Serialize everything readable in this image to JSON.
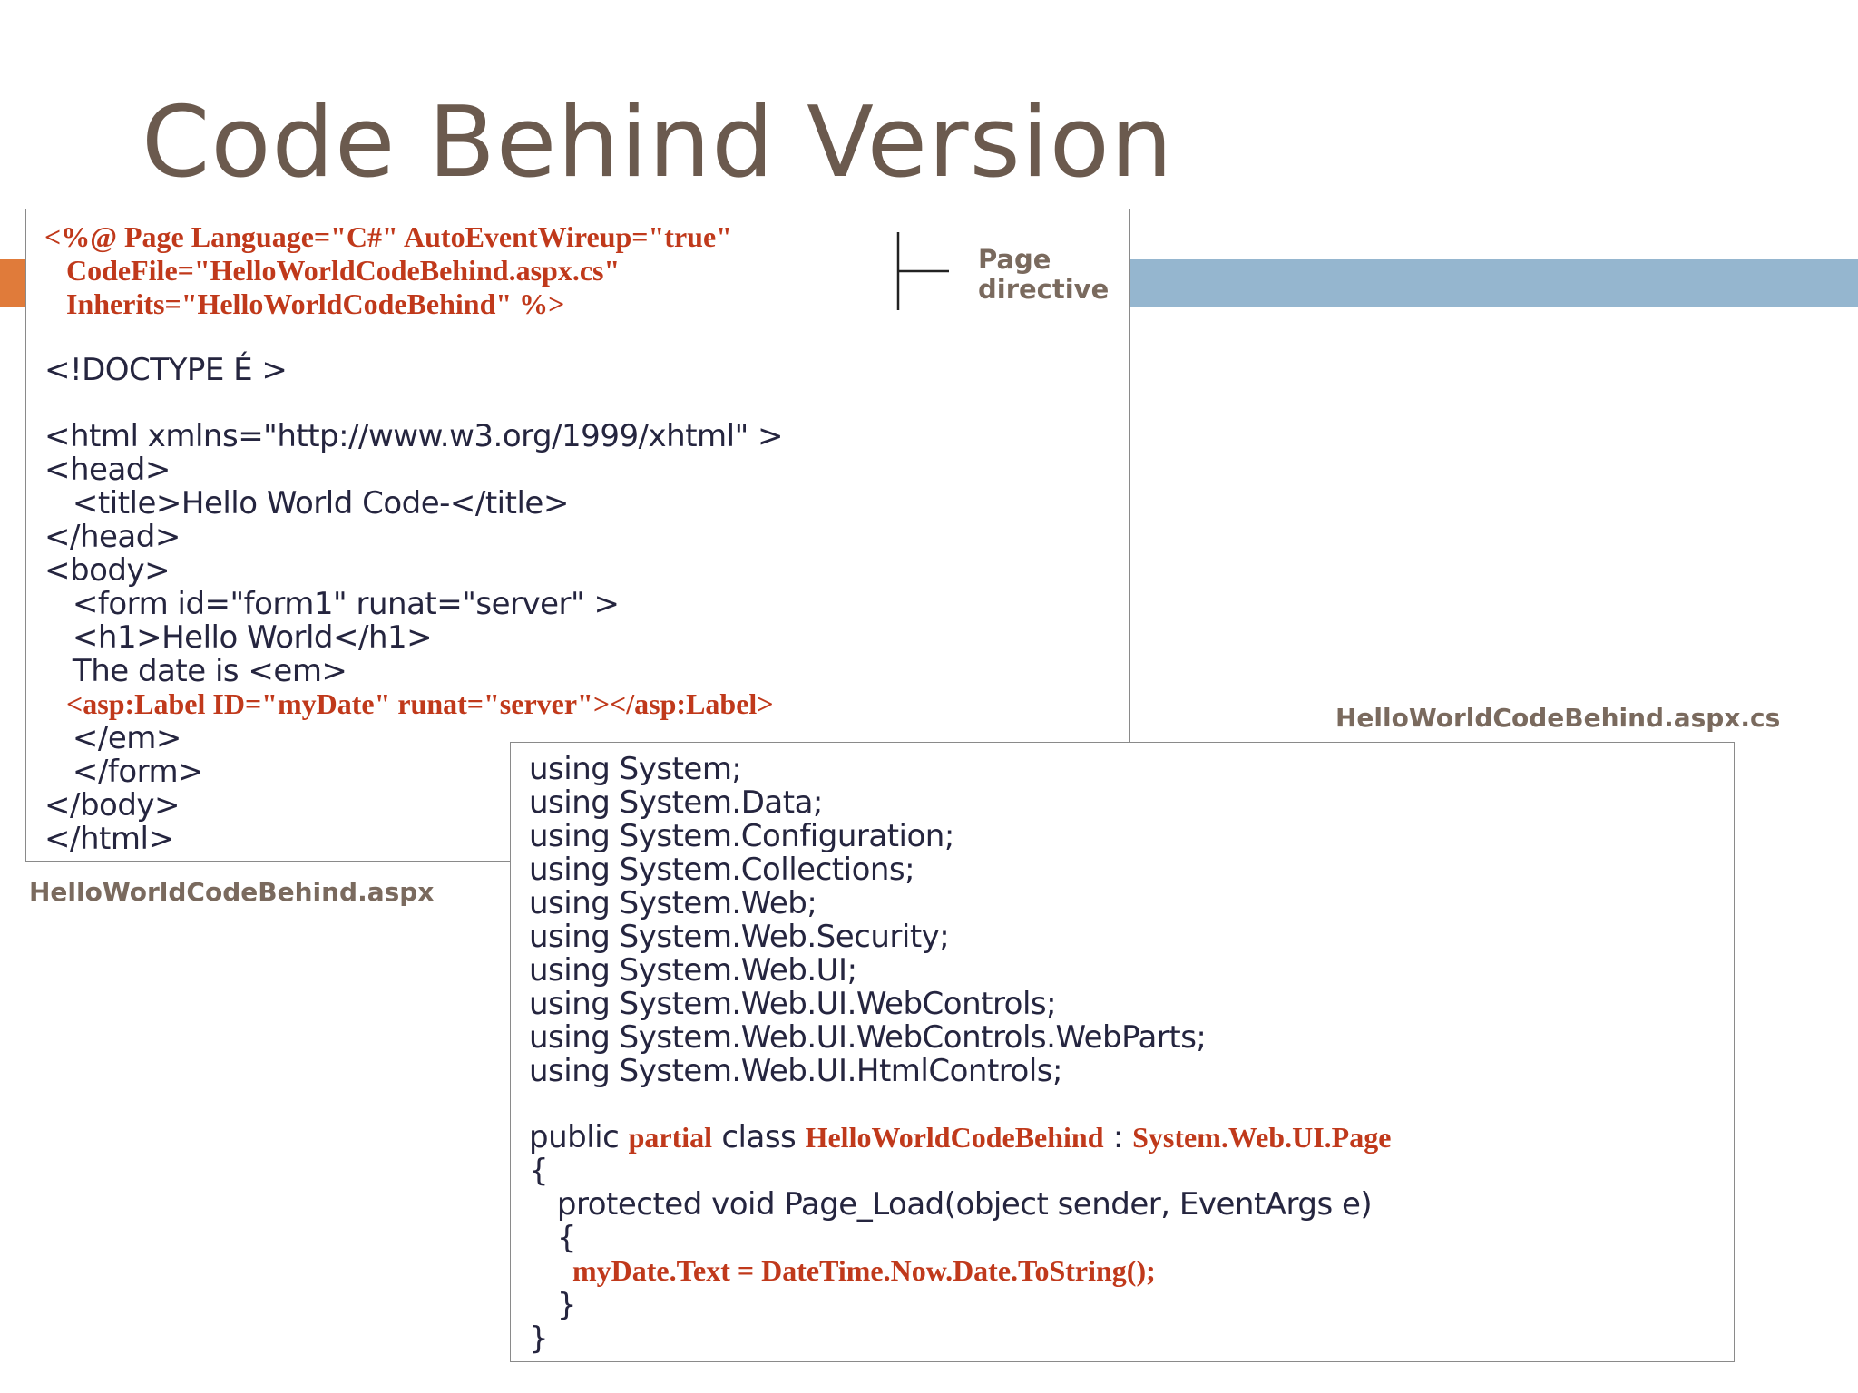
{
  "slide": {
    "title": "Code Behind Version",
    "directive_label_line1": "Page",
    "directive_label_line2": "directive",
    "aspx_file_label": "HelloWorldCodeBehind.aspx",
    "cs_file_label": "HelloWorldCodeBehind.aspx.cs"
  },
  "aspx": {
    "directive": [
      "<%@ Page Language=\"C#\" AutoEventWireup=\"true\"",
      "   CodeFile=\"HelloWorldCodeBehind.aspx.cs\"",
      "   Inherits=\"HelloWorldCodeBehind\" %>"
    ],
    "markup": [
      "<!DOCTYPE É >",
      "",
      "<html xmlns=\"http://www.w3.org/1999/xhtml\" >",
      "<head>",
      "   <title>Hello World Code-</title>",
      "</head>",
      "<body>",
      "   <form id=\"form1\" runat=\"server\" >",
      "   <h1>Hello World</h1>",
      "   The date is <em>"
    ],
    "label_line": "   <asp:Label ID=\"myDate\" runat=\"server\"></asp:Label>",
    "closing": [
      "   </em>",
      "   </form>",
      "</body>",
      "</html>"
    ]
  },
  "cs": {
    "usings": [
      "using System;",
      "using System.Data;",
      "using System.Configuration;",
      "using System.Collections;",
      "using System.Web;",
      "using System.Web.Security;",
      "using System.Web.UI;",
      "using System.Web.UI.WebControls;",
      "using System.Web.UI.WebControls.WebParts;",
      "using System.Web.UI.HtmlControls;"
    ],
    "class_line": {
      "kw1": "public ",
      "kw2": "partial",
      "kw3": " class ",
      "name": "HelloWorldCodeBehind",
      "sep": " : ",
      "base": "System.Web.UI.Page"
    },
    "open_brace": "{",
    "method_line": "   protected void Page_Load(object sender, EventArgs e)",
    "method_open": "   {",
    "body_line": "      myDate.Text = DateTime.Now.Date.ToString();",
    "method_close": "   }",
    "close_brace": "}"
  }
}
